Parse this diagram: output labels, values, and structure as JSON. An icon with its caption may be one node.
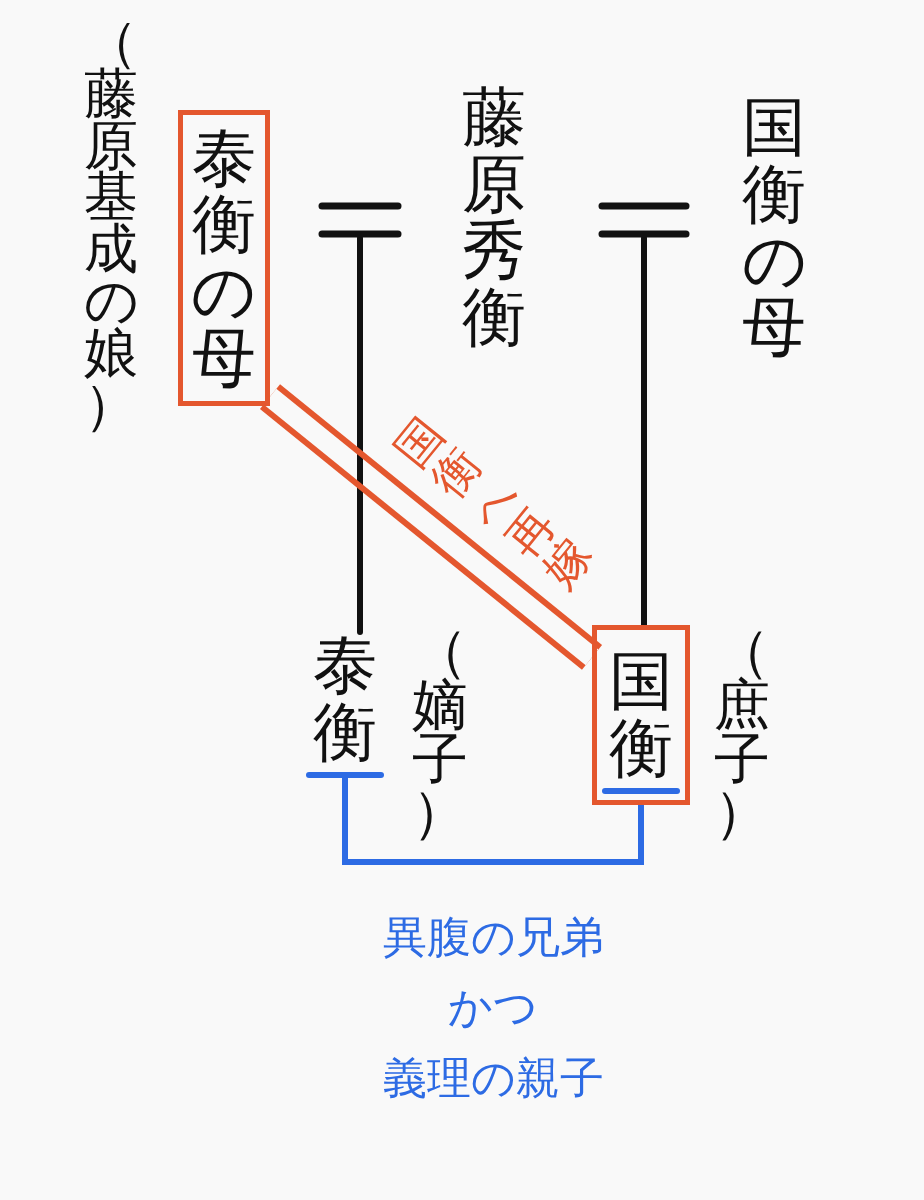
{
  "diagram": {
    "nodes": [
      {
        "text": [
          "泰衡の母"
        ],
        "beside": [
          "（藤原基成の娘）"
        ]
      },
      {
        "text": [],
        "shape": "bar"
      },
      {
        "text": [
          "藤原秀衡"
        ]
      },
      {
        "text": [],
        "shape": "bar"
      },
      {
        "text": [
          "国衡の母"
        ]
      },
      {
        "text": [
          "泰衡"
        ],
        "beside": [
          "（嫡子）"
        ]
      },
      {
        "text": [
          "国衡"
        ],
        "beside": [
          "（庶子）"
        ]
      }
    ],
    "edges": [
      {
        "from": 1,
        "to": 5,
        "arrow": "none"
      },
      {
        "from": 3,
        "to": 6,
        "arrow": "none"
      },
      {
        "from": 0,
        "to": 6,
        "arrow": "none",
        "label": "国衡へ再嫁",
        "style": "thick",
        "color": "#e4572e"
      },
      {
        "from": 5,
        "to": 6,
        "arrow": "other",
        "label": "異腹の兄弟かつ義理の親子",
        "color": "#2d6be4"
      }
    ]
  }
}
